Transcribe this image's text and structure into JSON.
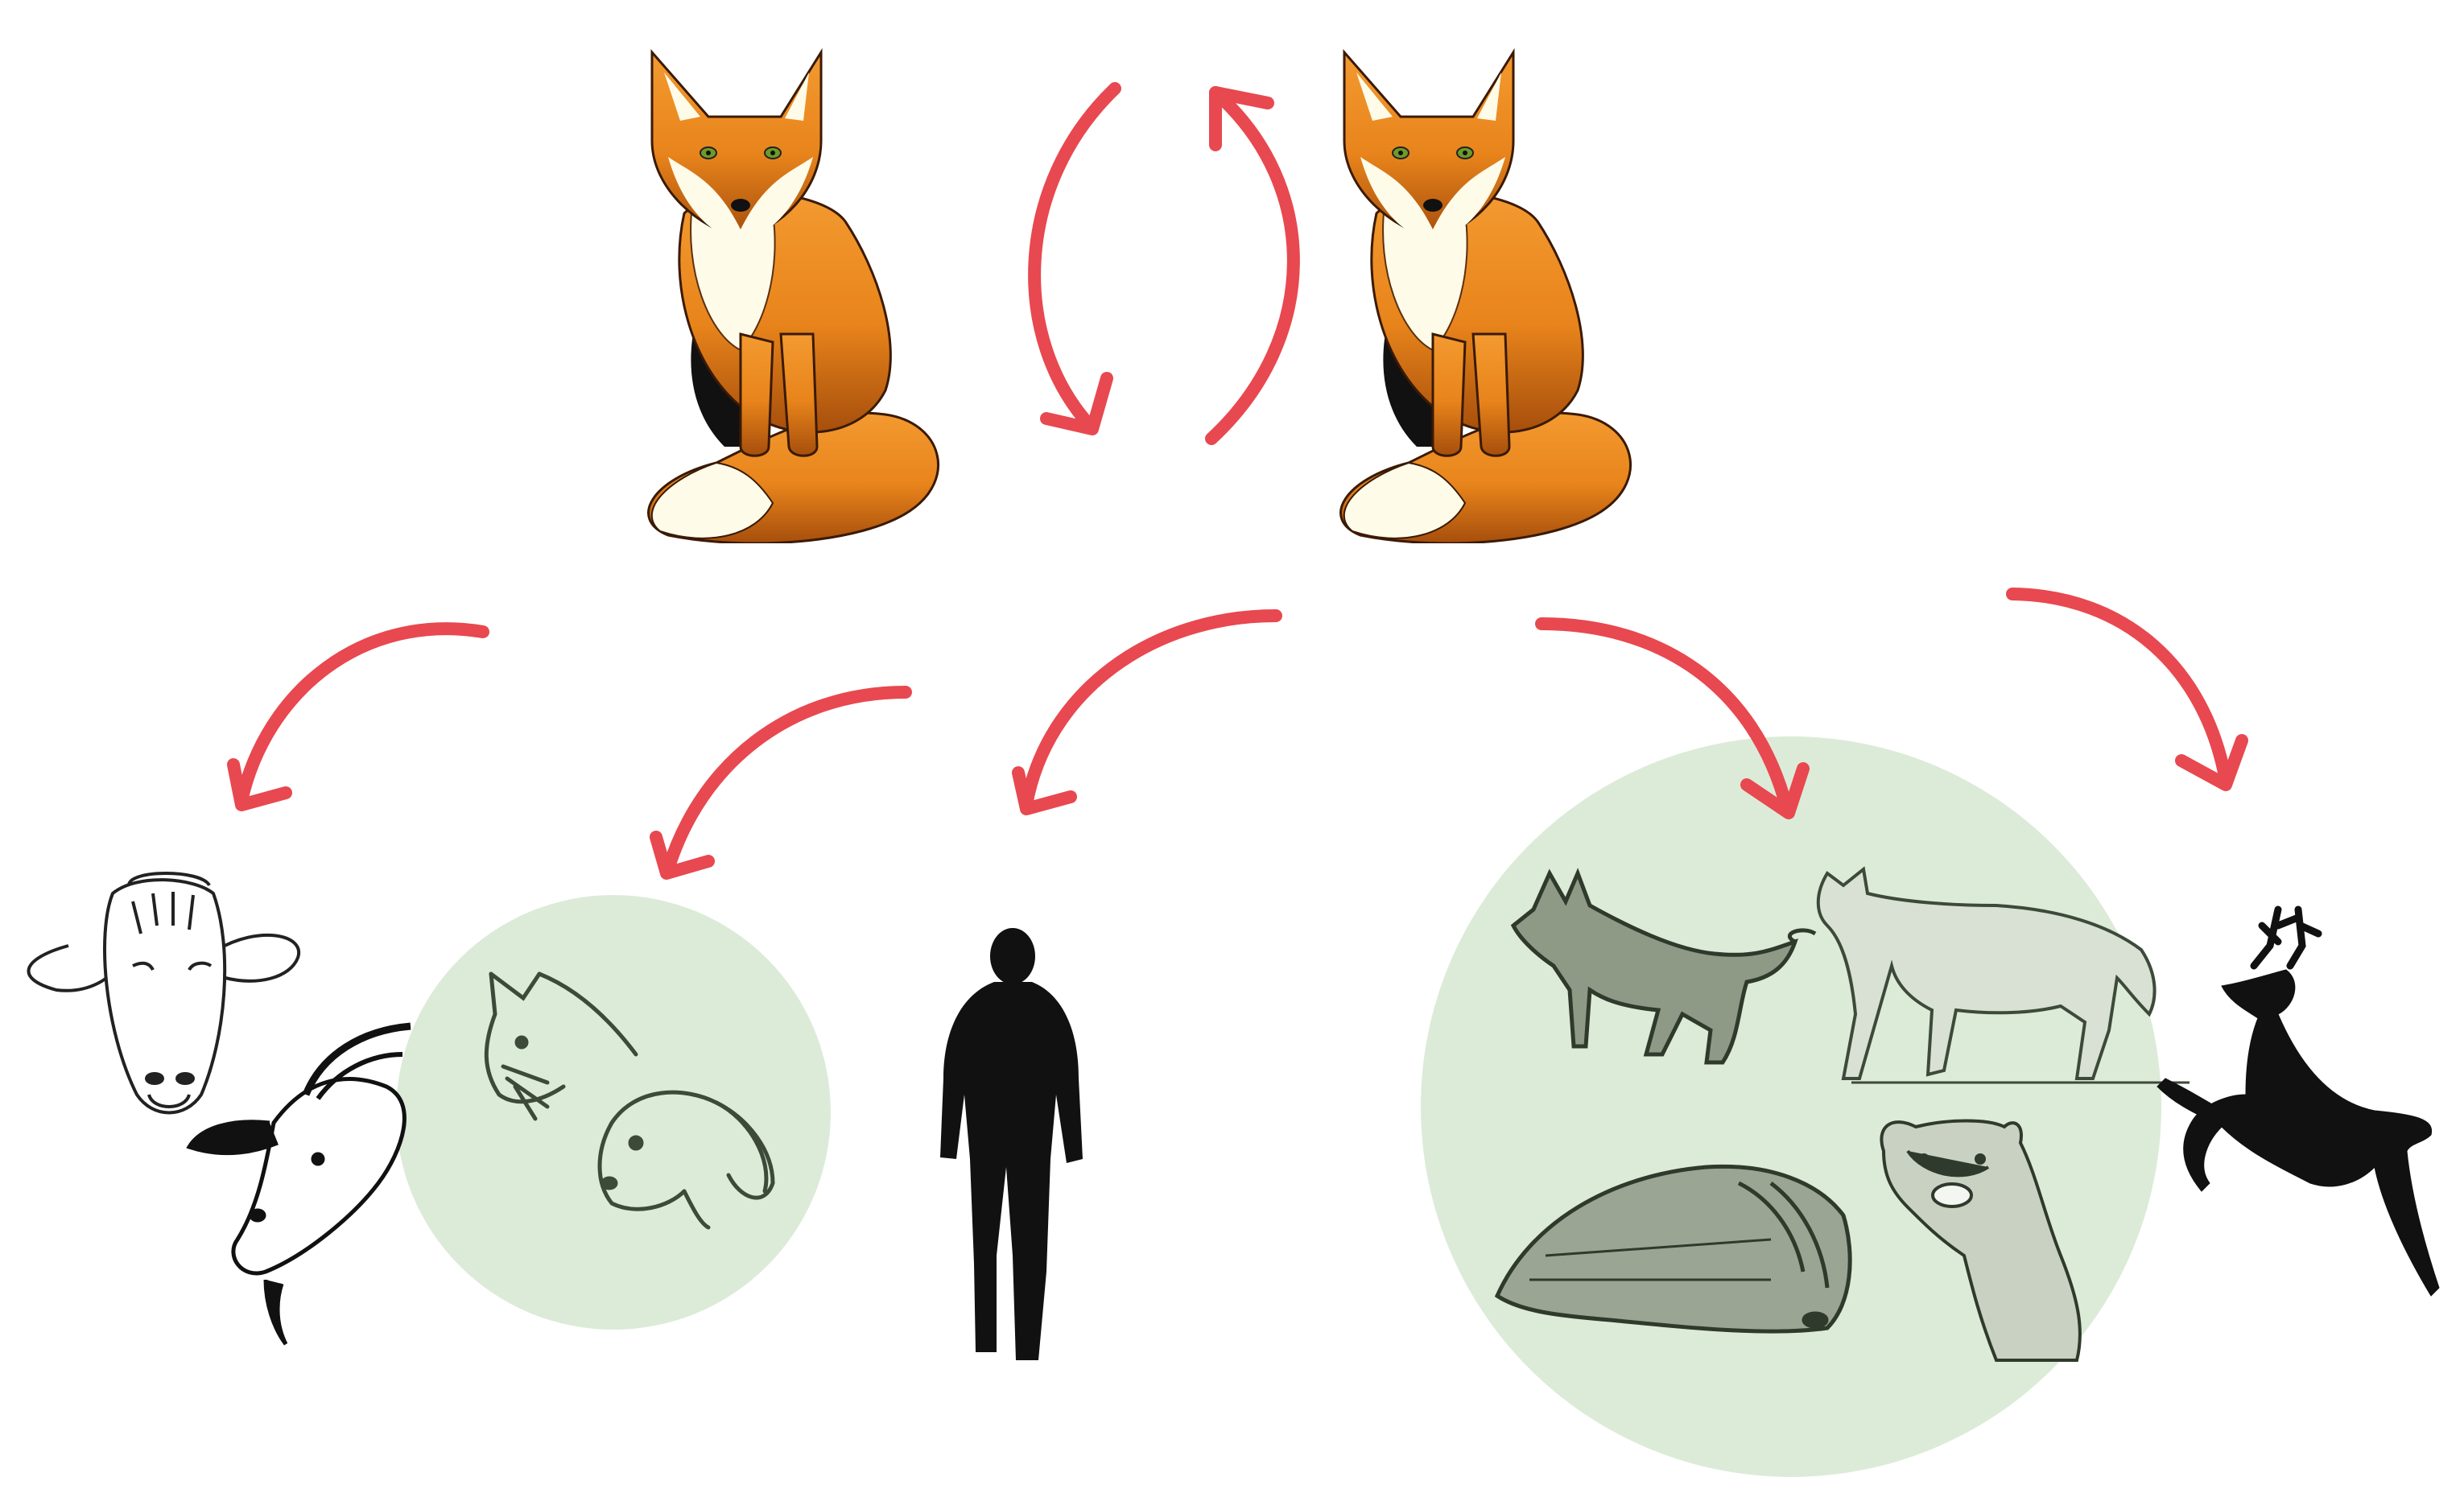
{
  "colors": {
    "arrow": "#e8484f",
    "group_circle": "#dcebd8",
    "fox_orange": "#ee8a1e",
    "fox_dark_orange": "#b7560c",
    "fox_white": "#fffbe9",
    "silhouette": "#111111",
    "sketch": "#3d4a3a"
  },
  "nodes": {
    "foxes": [
      {
        "id": "fox-left",
        "icon": "fox"
      },
      {
        "id": "fox-right",
        "icon": "fox"
      }
    ],
    "targets": [
      {
        "id": "livestock",
        "icons": [
          "cow-icon",
          "goat-icon"
        ]
      },
      {
        "id": "pets",
        "icons": [
          "cat-icon",
          "dog-icon"
        ],
        "grouped": true
      },
      {
        "id": "human",
        "icons": [
          "human-icon"
        ]
      },
      {
        "id": "wild-carnivores",
        "icons": [
          "wolf-icon",
          "gray-wolf-icon",
          "badger-icon",
          "marten-icon"
        ],
        "grouped": true
      },
      {
        "id": "deer",
        "icons": [
          "deer-icon"
        ]
      }
    ]
  },
  "edges": [
    {
      "from": "fox-left",
      "to": "fox-right",
      "kind": "bidirectional"
    },
    {
      "from": "foxes",
      "to": "livestock"
    },
    {
      "from": "foxes",
      "to": "pets"
    },
    {
      "from": "foxes",
      "to": "human"
    },
    {
      "from": "foxes",
      "to": "wild-carnivores"
    },
    {
      "from": "foxes",
      "to": "deer"
    }
  ]
}
